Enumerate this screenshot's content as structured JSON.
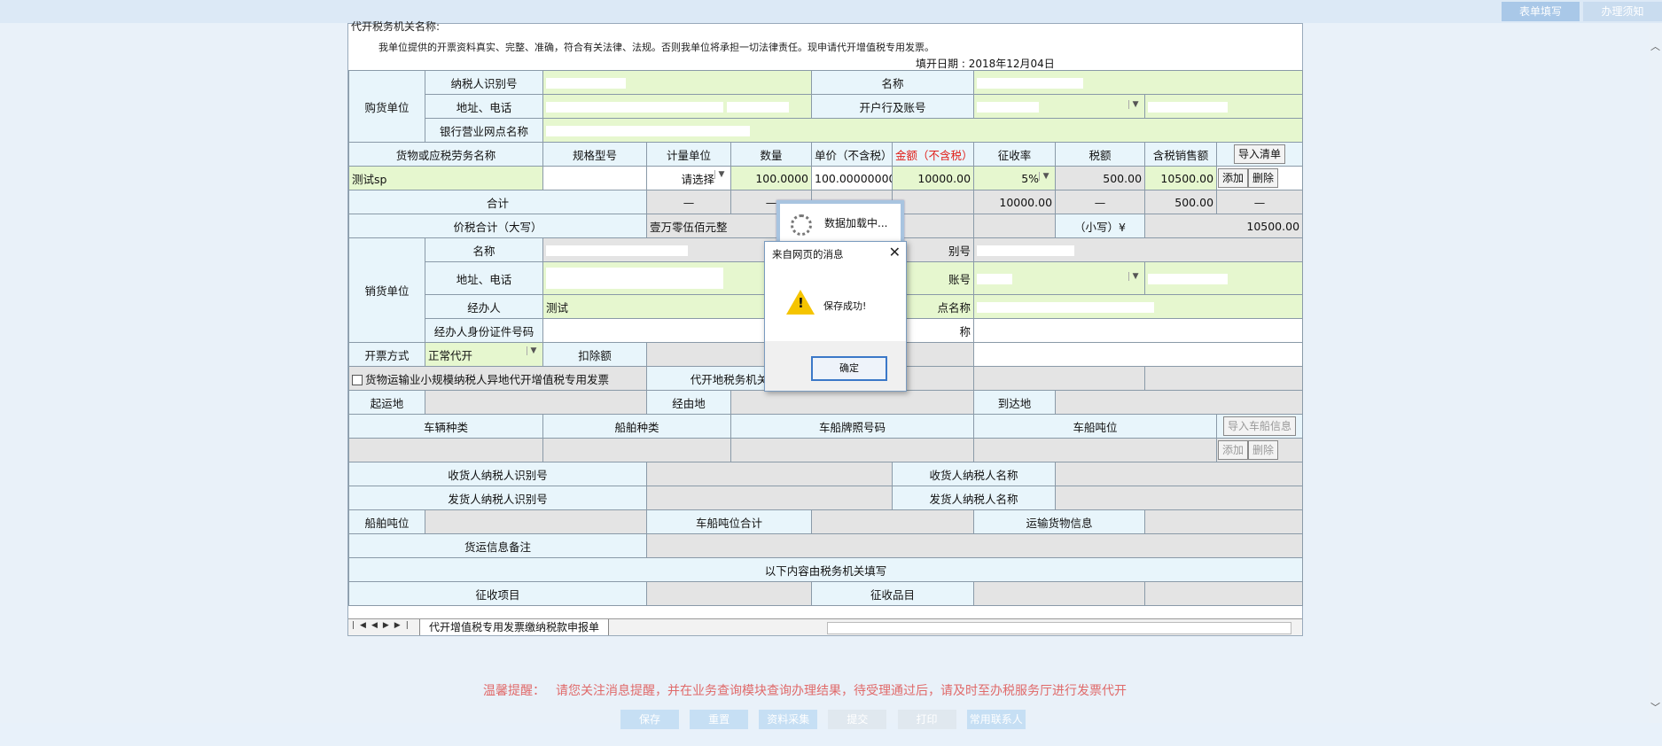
{
  "tabs": [
    "表单填写",
    "办理须知"
  ],
  "header": {
    "agency_label": "代开税务机关名称:",
    "declaration": "我单位提供的开票资料真实、完整、准确，符合有关法律、法规。否则我单位将承担一切法律责任。现申请代开增值税专用发票。",
    "date_label": "填开日期 :",
    "date_value": "2018年12月04日"
  },
  "buyer": {
    "section": "购货单位",
    "taxid_label": "纳税人识别号",
    "name_label": "名称",
    "addr_label": "地址、电话",
    "bank_label": "开户行及账号",
    "branch_label": "银行营业网点名称"
  },
  "goods": {
    "headers": [
      "货物或应税劳务名称",
      "规格型号",
      "计量单位",
      "数量",
      "单价（不含税）",
      "金额（不含税）",
      "征收率",
      "税额",
      "含税销售额"
    ],
    "import_btn": "导入清单",
    "row": {
      "name": "测试sp",
      "unit": "请选择",
      "qty": "100.0000",
      "price": "100.00000000",
      "amount": "10000.00",
      "rate": "5%",
      "tax": "500.00",
      "total": "10500.00"
    },
    "add_btn": "添加",
    "del_btn": "删除",
    "sum_label": "合计",
    "dash": "—",
    "sum_amount": "10000.00",
    "sum_tax": "500.00"
  },
  "total": {
    "label": "价税合计（大写）",
    "upper": "壹万零伍佰元整",
    "small_label": "（小写）¥",
    "small_value": "10500.00"
  },
  "seller": {
    "section": "销货单位",
    "name_label": "名称",
    "taxid_label_partial": "别号",
    "addr_label": "地址、电话",
    "bank_label_partial": "账号",
    "handler_label": "经办人",
    "handler_value": "测试",
    "branch_label_partial": "点名称",
    "idno_label": "经办人身份证件号码",
    "partial_label": "称"
  },
  "billing": {
    "method_label": "开票方式",
    "method_value": "正常代开",
    "deduct_label": "扣除额"
  },
  "transport": {
    "checkbox_label": "货物运输业小规模纳税人异地代开增值税专用发票",
    "agency_label": "代开地税务机关",
    "origin_label": "起运地",
    "via_label": "经由地",
    "dest_label": "到达地",
    "vehicle_type": "车辆种类",
    "ship_type": "船舶种类",
    "plate_no": "车船牌照号码",
    "tonnage": "车船吨位",
    "import_vessel_btn": "导入车船信息",
    "add_btn": "添加",
    "del_btn": "删除",
    "receiver_id": "收货人纳税人识别号",
    "receiver_name": "收货人纳税人名称",
    "sender_id": "发货人纳税人识别号",
    "sender_name": "发货人纳税人名称",
    "ship_tonnage": "船舶吨位",
    "tonnage_total": "车船吨位合计",
    "cargo_info": "运输货物信息",
    "remark": "货运信息备注",
    "tax_office_note": "以下内容由税务机关填写",
    "levy_item": "征收项目",
    "levy_product": "征收品目"
  },
  "sheet_tab": "代开增值税专用发票缴纳税款申报单",
  "tip": {
    "prefix": "温馨提醒：",
    "text": "请您关注消息提醒，并在业务查询模块查询办理结果，待受理通过后，请及时至办税服务厅进行发票代开"
  },
  "bottom_buttons": [
    "保存",
    "重置",
    "资料采集",
    "提交",
    "打印",
    "常用联系人"
  ],
  "loading": {
    "text": "数据加载中..."
  },
  "dialog": {
    "title": "来自网页的消息",
    "message": "保存成功!",
    "ok": "确定"
  }
}
